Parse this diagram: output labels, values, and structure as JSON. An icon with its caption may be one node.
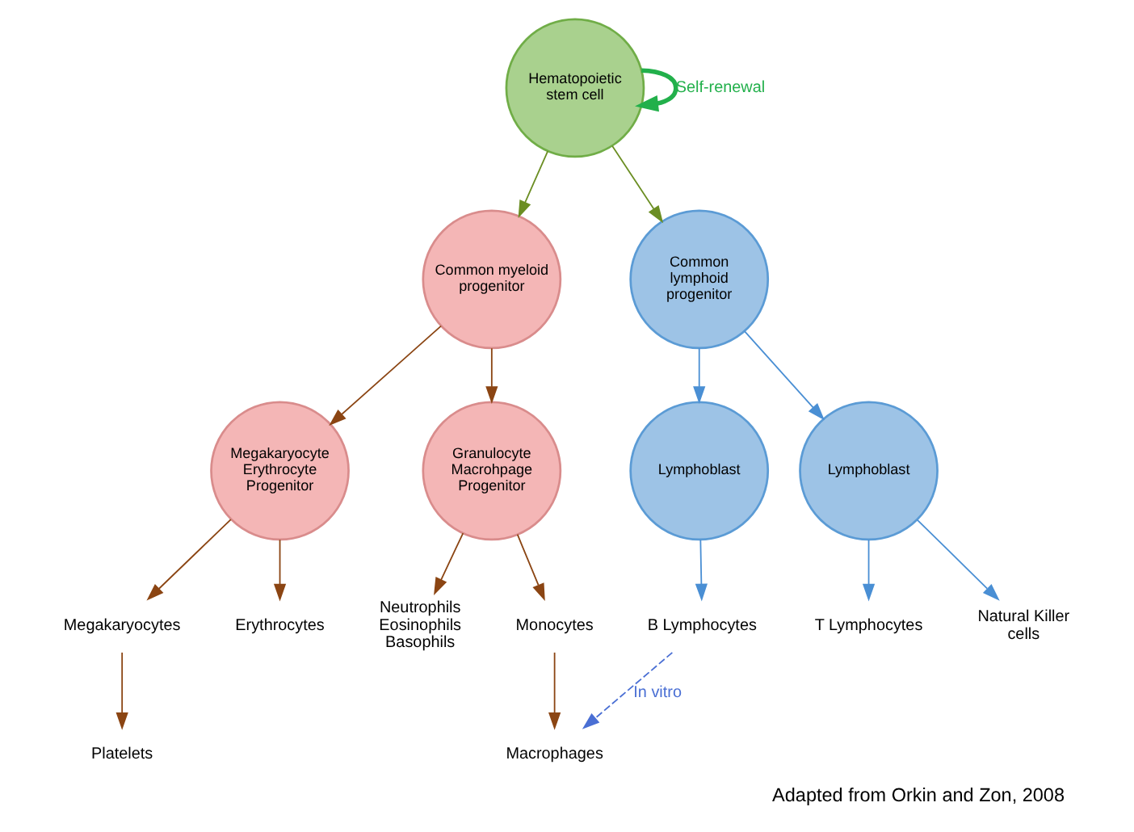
{
  "diagram": {
    "caption": "Adapted from Orkin and Zon, 2008",
    "nodes": [
      {
        "text": [
          "Hematopoietic stem cell"
        ]
      },
      {
        "text": [
          "Common myeloid progenitor"
        ]
      },
      {
        "text": [
          "Common lymphoid progenitor"
        ]
      },
      {
        "text": [
          "Megakaryocyte Erythrocyte Progenitor"
        ]
      },
      {
        "text": [
          "Granulocyte Macrohpage Progenitor"
        ]
      },
      {
        "text": [
          "Lymphoblast"
        ]
      },
      {
        "text": [
          "Lymphoblast"
        ]
      },
      {
        "text": [
          "Megakaryocytes"
        ]
      },
      {
        "text": [
          "Erythrocytes"
        ]
      },
      {
        "text": [
          "Neutrophils",
          "Eosinophils",
          "Basophils"
        ]
      },
      {
        "text": [
          "Monocytes"
        ]
      },
      {
        "text": [
          "B Lymphocytes"
        ]
      },
      {
        "text": [
          "T Lymphocytes"
        ]
      },
      {
        "text": [
          "Natural Killer cells"
        ]
      },
      {
        "text": [
          "Platelets"
        ]
      },
      {
        "text": [
          "Macrophages"
        ]
      }
    ],
    "edges": [
      {
        "from": 0,
        "to": 0,
        "arrow": "to",
        "label": "Self-renewal",
        "style": "thick",
        "color": "#22b04b"
      },
      {
        "from": 0,
        "to": 1,
        "arrow": "to",
        "color": "#6b8e23"
      },
      {
        "from": 0,
        "to": 2,
        "arrow": "to",
        "color": "#6b8e23"
      },
      {
        "from": 1,
        "to": 3,
        "arrow": "to"
      },
      {
        "from": 1,
        "to": 4,
        "arrow": "to"
      },
      {
        "from": 2,
        "to": 5,
        "arrow": "to",
        "color": "#4a8fd4"
      },
      {
        "from": 2,
        "to": 6,
        "arrow": "to",
        "color": "#4a8fd4"
      },
      {
        "from": 3,
        "to": 7,
        "arrow": "to"
      },
      {
        "from": 3,
        "to": 8,
        "arrow": "to"
      },
      {
        "from": 4,
        "to": 9,
        "arrow": "to"
      },
      {
        "from": 4,
        "to": 10,
        "arrow": "to"
      },
      {
        "from": 5,
        "to": 11,
        "arrow": "to",
        "color": "#4a8fd4"
      },
      {
        "from": 6,
        "to": 12,
        "arrow": "to",
        "color": "#4a8fd4"
      },
      {
        "from": 6,
        "to": 13,
        "arrow": "to",
        "color": "#4a8fd4"
      },
      {
        "from": 7,
        "to": 14,
        "arrow": "to"
      },
      {
        "from": 10,
        "to": 15,
        "arrow": "to"
      },
      {
        "from": 11,
        "to": 15,
        "arrow": "to",
        "label": "In vitro",
        "style": "dashed",
        "color": "#4a6fd4"
      }
    ]
  }
}
